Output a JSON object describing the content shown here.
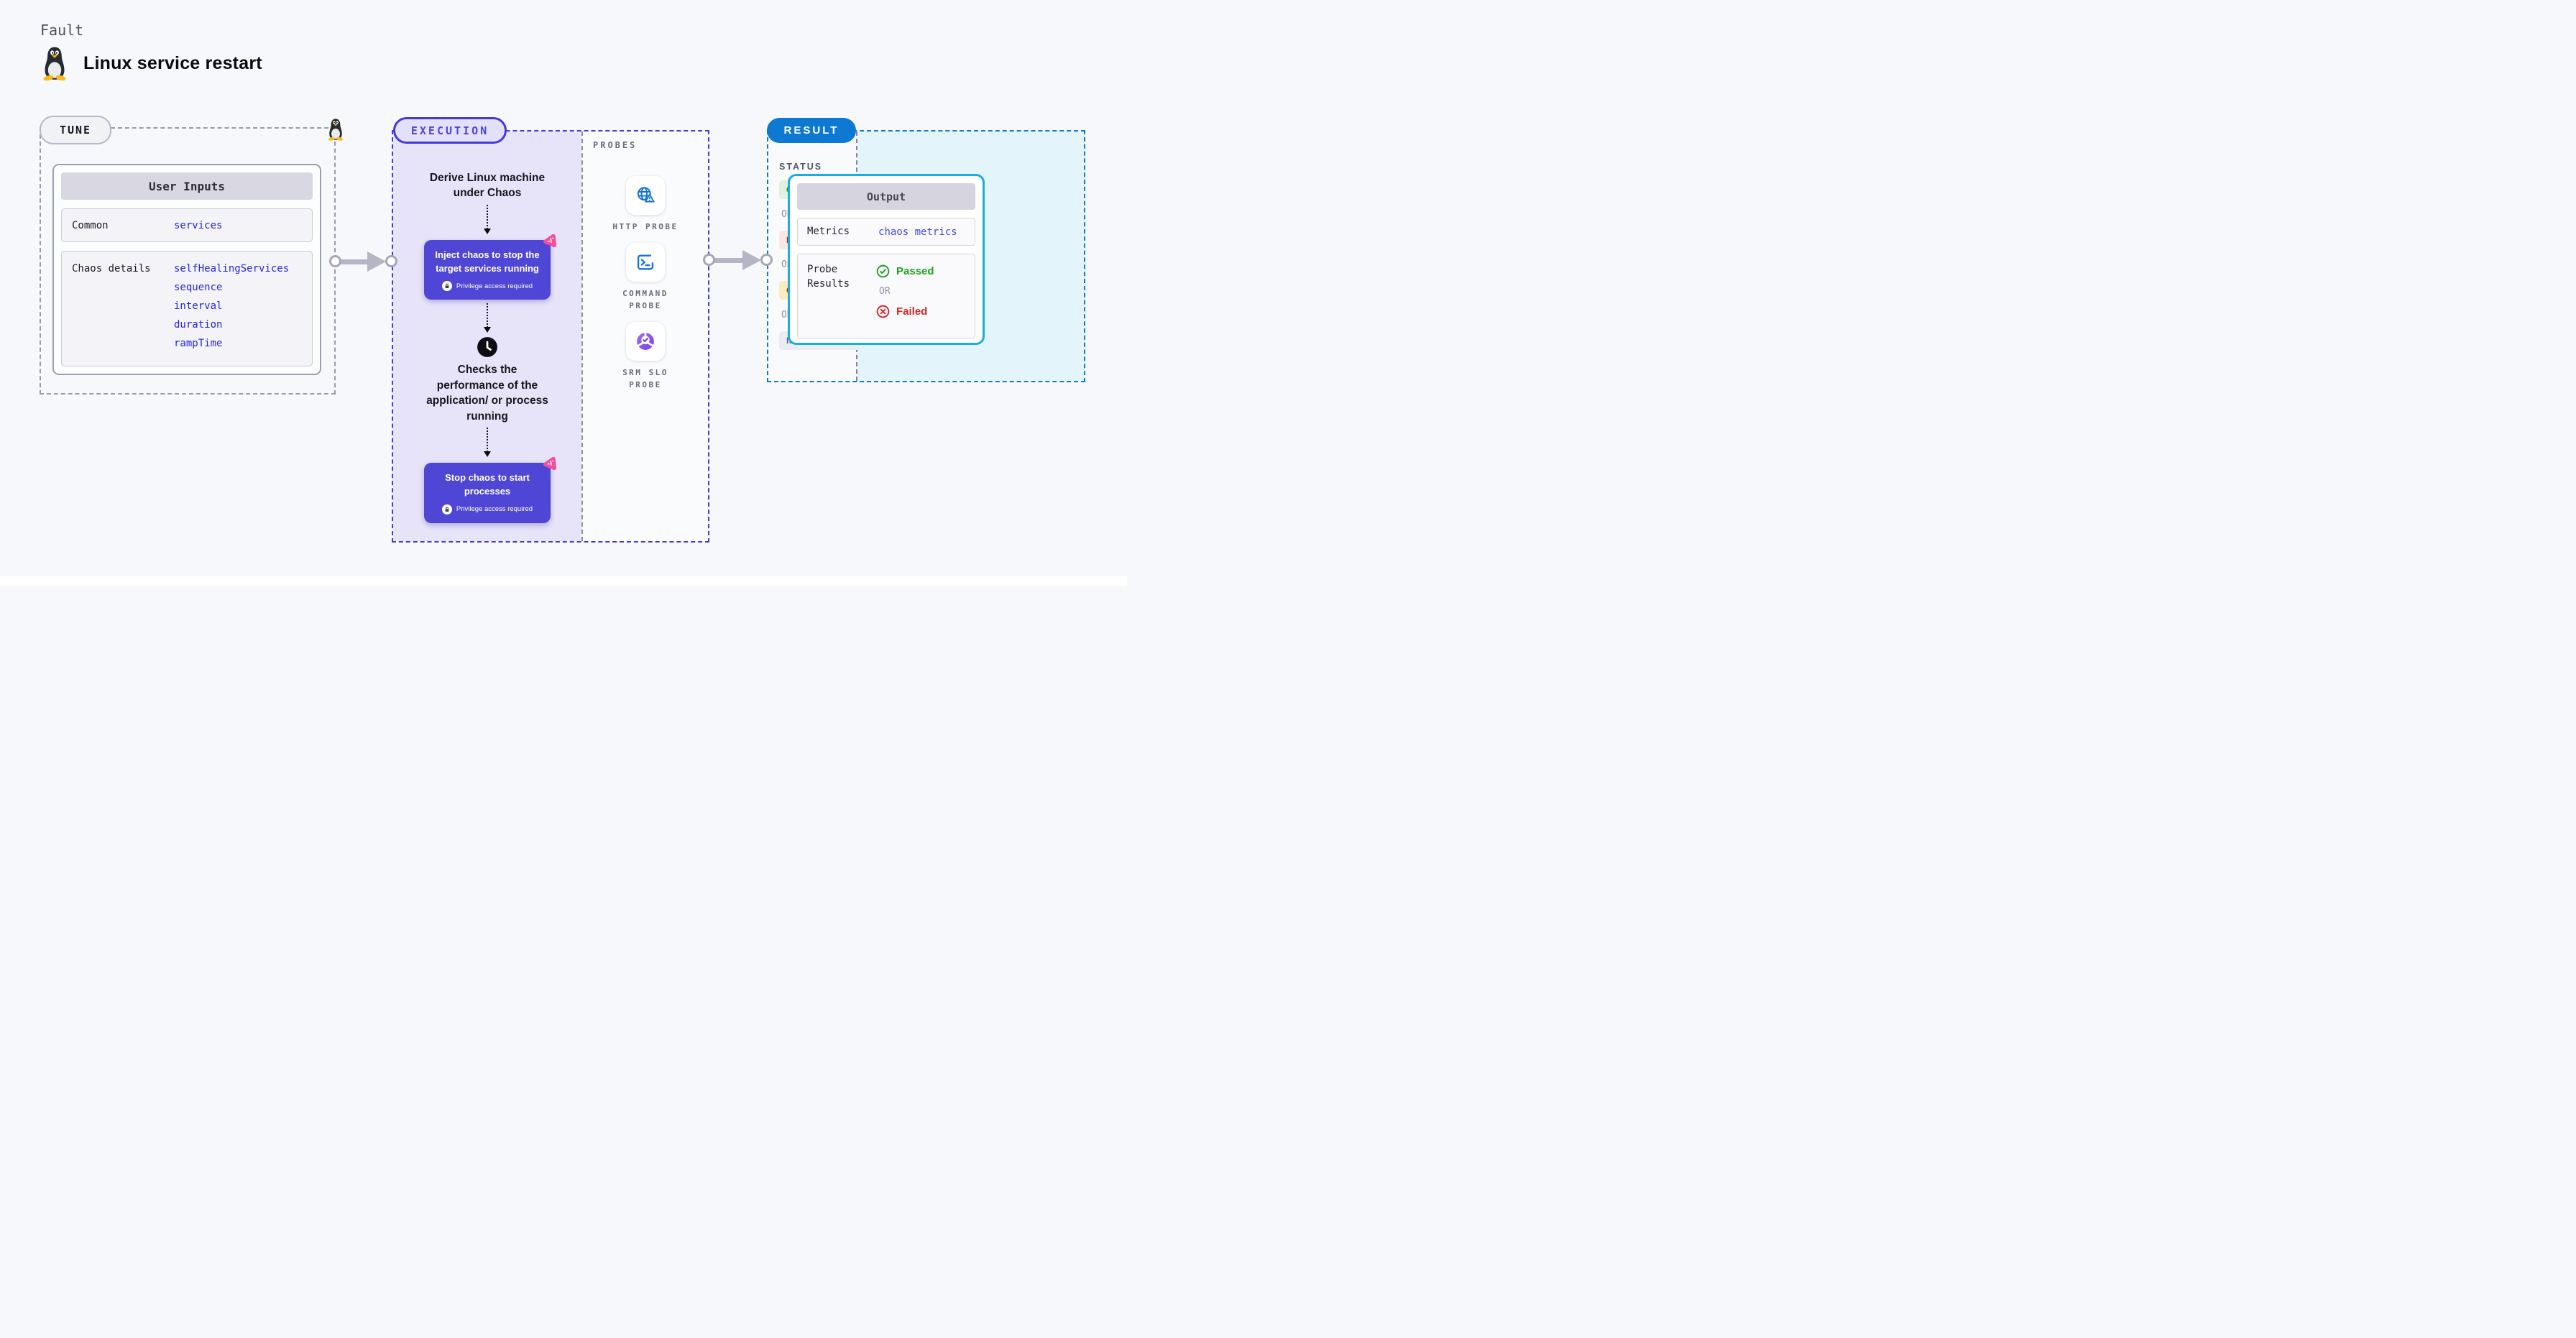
{
  "header": {
    "eyebrow": "Fault",
    "title": "Linux service restart"
  },
  "tune": {
    "badge": "TUNE",
    "table_title": "User Inputs",
    "rows": [
      {
        "label": "Common",
        "links": [
          "services"
        ]
      },
      {
        "label": "Chaos details",
        "links": [
          "selfHealingServices",
          "sequence",
          "interval",
          "duration",
          "rampTime"
        ]
      }
    ]
  },
  "execution": {
    "badge": "EXECUTION",
    "derive_text": "Derive Linux machine under Chaos",
    "inject_text": "Inject chaos to stop the target services running",
    "checks_text": "Checks the performance of the application/ or process running",
    "stop_text": "Stop chaos to start processes",
    "privilege_text": "Privilege access required"
  },
  "probes": {
    "label": "PROBES",
    "items": [
      {
        "name": "HTTP PROBE",
        "icon": "globe-alert-icon"
      },
      {
        "name": "COMMAND PROBE",
        "icon": "terminal-icon"
      },
      {
        "name": "SRM SLO PROBE",
        "icon": "slo-pie-check-icon"
      }
    ]
  },
  "result": {
    "badge": "RESULT",
    "status_label": "STATUS",
    "or_label": "OR",
    "statuses": [
      "COMPLETED",
      "ERRORED",
      "QUEUED",
      "INCOMPLETED"
    ],
    "output": {
      "title": "Output",
      "metrics_label": "Metrics",
      "metrics_link": "chaos metrics",
      "probe_results_label": "Probe Results",
      "passed": "Passed",
      "or_label": "OR",
      "failed": "Failed"
    }
  },
  "colors": {
    "page_bg": "#f7f8fb",
    "execution_accent": "#4638dd",
    "execution_fill": "#e7e4fa",
    "step_box": "#4f46d6",
    "chaos_pink": "#f0509a",
    "result_accent": "#0d79d2",
    "output_border": "#19ade0",
    "output_area_fill": "#e4f4fb",
    "completed_green": "#189123",
    "errored_red": "#c52727",
    "queued_yellow_bg": "#f9edbe",
    "passed_green": "#21a121",
    "failed_red": "#d92626",
    "probe_icon_blue": "#1673da",
    "srm_purple": "#8a55ef"
  }
}
